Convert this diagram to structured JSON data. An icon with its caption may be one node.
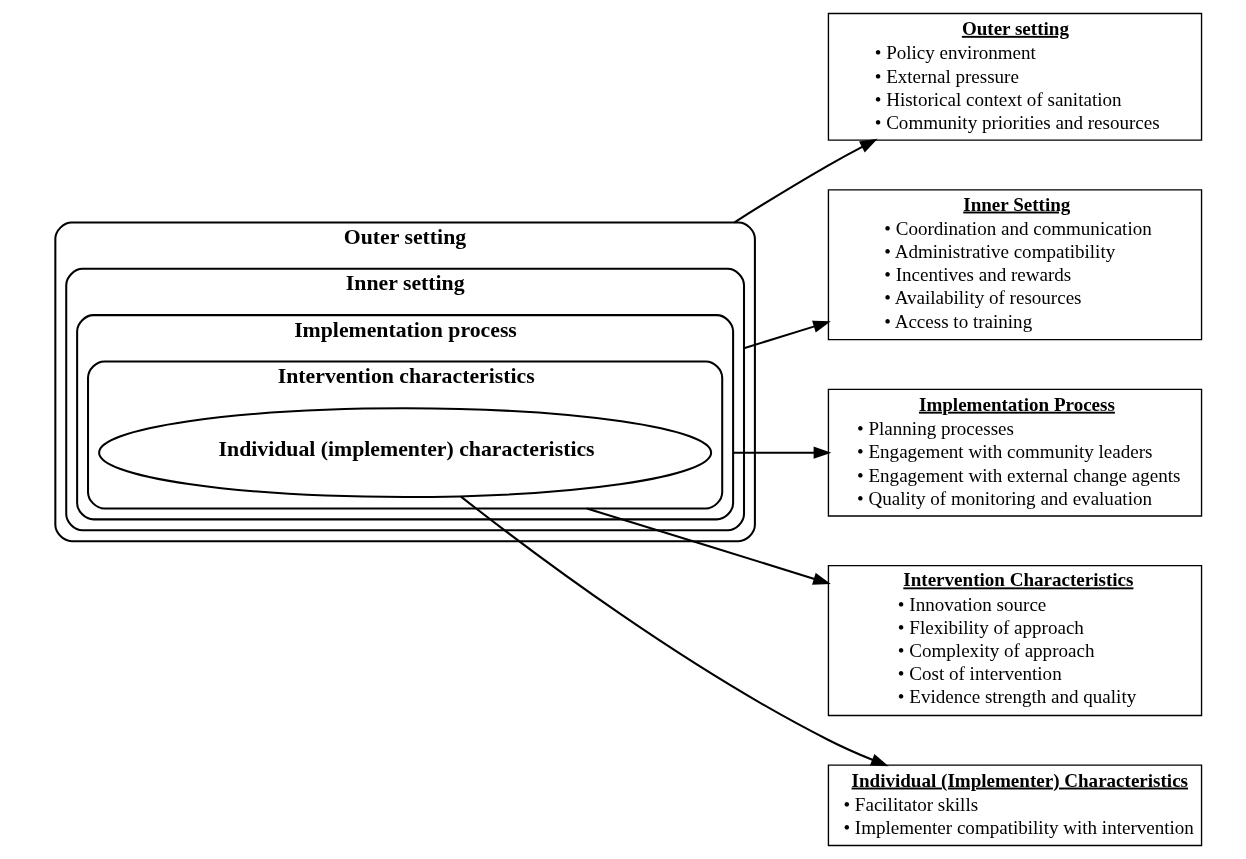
{
  "diagram": {
    "nodes": [
      {
        "text": [
          "Outer setting"
        ]
      },
      {
        "text": [
          "Inner setting"
        ],
        "in": 0
      },
      {
        "text": [
          "Implementation process"
        ],
        "in": 1
      },
      {
        "text": [
          "Intervention characteristics"
        ],
        "in": 2
      },
      {
        "text": [
          "Individual (implementer) characteristics"
        ],
        "in": 3
      },
      {
        "text": [
          "Outer setting",
          "• Policy environment",
          "• External pressure",
          "• Historical context of sanitation",
          "• Community priorities and resources"
        ]
      },
      {
        "text": [
          "Inner Setting",
          "• Coordination and communication",
          "• Administrative compatibility",
          "• Incentives and rewards",
          "• Availability of resources",
          "• Access to training"
        ]
      },
      {
        "text": [
          "Implementation Process",
          "• Planning processes",
          "• Engagement with community leaders",
          "• Engagement with external change agents",
          "• Quality of monitoring and evaluation"
        ]
      },
      {
        "text": [
          "Intervention Characteristics",
          "• Innovation source",
          "• Flexibility of approach",
          "• Complexity of approach",
          "• Cost of intervention",
          "• Evidence strength and quality"
        ]
      },
      {
        "text": [
          "Individual (Implementer) Characteristics",
          "• Facilitator skills",
          "• Implementer compatibility with intervention"
        ]
      }
    ],
    "edges": [
      {
        "from": 0,
        "to": 5,
        "arrow": "to"
      },
      {
        "from": 1,
        "to": 6,
        "arrow": "to"
      },
      {
        "from": 2,
        "to": 7,
        "arrow": "to"
      },
      {
        "from": 3,
        "to": 8,
        "arrow": "to"
      },
      {
        "from": 4,
        "to": 9,
        "arrow": "to"
      }
    ]
  }
}
